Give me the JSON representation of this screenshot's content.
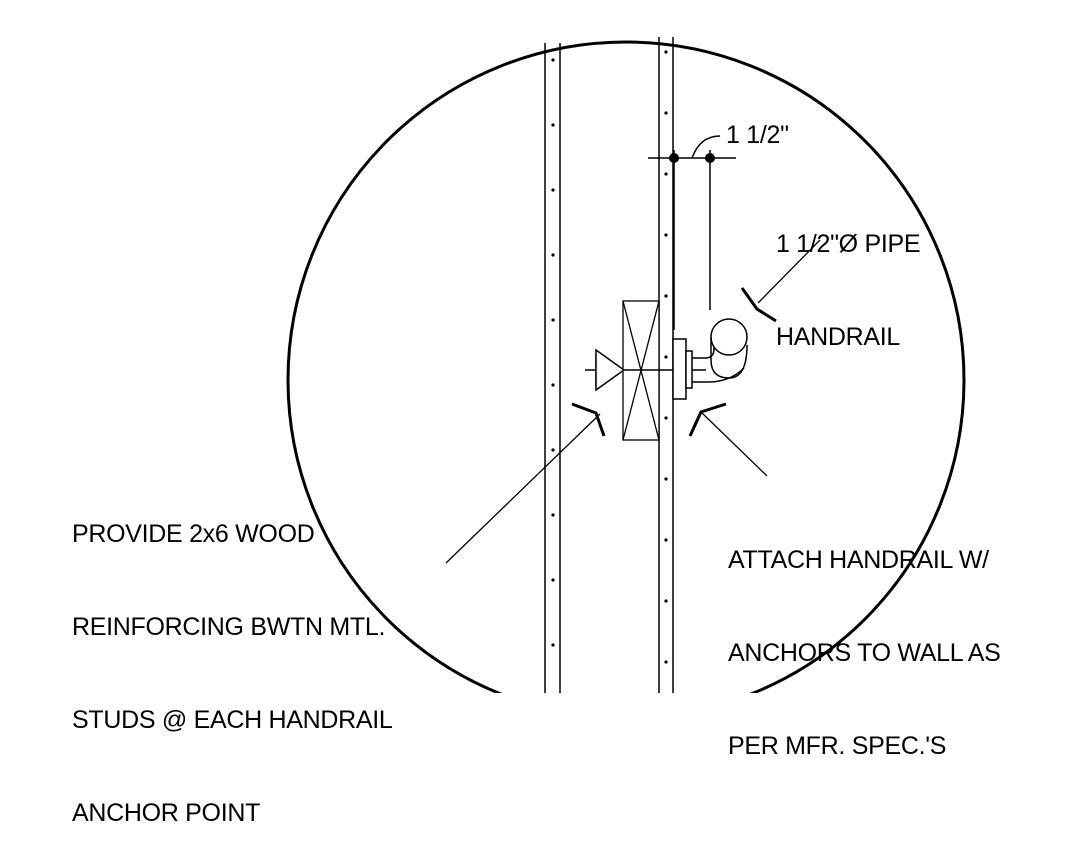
{
  "detail": {
    "dimension_label": "1 1/2\"",
    "pipe_note": [
      "1 1/2\"Ø PIPE",
      "HANDRAIL"
    ],
    "wood_note": [
      "PROVIDE 2x6 WOOD",
      "REINFORCING BWTN MTL.",
      "STUDS @ EACH HANDRAIL",
      "ANCHOR POINT"
    ],
    "attach_note": [
      "ATTACH HANDRAIL W/",
      "ANCHORS TO WALL AS",
      "PER MFR. SPEC.'S"
    ]
  },
  "colors": {
    "line": "#000000",
    "background": "#ffffff"
  }
}
